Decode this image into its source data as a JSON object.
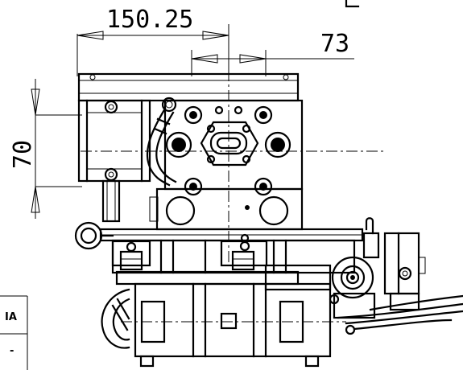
{
  "dimensions": {
    "top_width": "150.25",
    "offset": "73",
    "height": "70"
  },
  "title_block": {
    "cell_a": "IA",
    "cell_b": "-"
  }
}
